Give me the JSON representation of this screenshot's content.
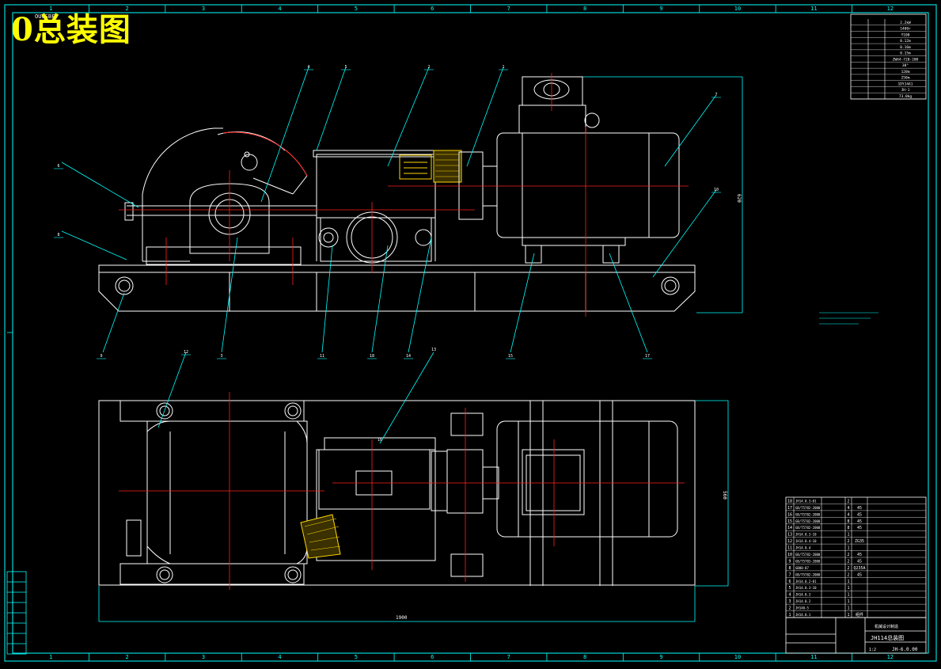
{
  "title": "0总装图",
  "drawing_id_tag": "OUCSBF",
  "colors": {
    "frame": "#00ffff",
    "lines": "#ffffff",
    "center": "#ff2020",
    "hatch": "#ffd700",
    "title_text": "#ffff00",
    "background": "#000000"
  },
  "grid": {
    "columns": [
      "1",
      "2",
      "3",
      "4",
      "5",
      "6",
      "7",
      "8",
      "9",
      "10",
      "11",
      "12"
    ],
    "rows": [
      "",
      "",
      "",
      "",
      ""
    ]
  },
  "title_block": {
    "drawing_name": "JH114总装图",
    "drawing_number": "JH-6.0.00",
    "scale": "1:2",
    "department": "机械设计制造"
  },
  "spec_table": {
    "rows": [
      {
        "value": "2.2kW"
      },
      {
        "value": "1400r"
      },
      {
        "value": "Y100"
      },
      {
        "value": "0.12m"
      },
      {
        "value": "0.16m"
      },
      {
        "value": "0.15m"
      },
      {
        "value": "ZWX4-720-200"
      },
      {
        "value": "30°"
      },
      {
        "value": "120m"
      },
      {
        "value": "250m"
      },
      {
        "value": "1DYJ4A1"
      },
      {
        "value": "JH-1"
      },
      {
        "value": "73.0kg"
      }
    ]
  },
  "parts_list": [
    {
      "no": "18",
      "code": "JH14.0.3-01",
      "qty": "2",
      "material": ""
    },
    {
      "no": "17",
      "code": "GB/T5782-2000",
      "qty": "4",
      "material": "45"
    },
    {
      "no": "16",
      "code": "GB/T5782-2000",
      "qty": "4",
      "material": "45"
    },
    {
      "no": "15",
      "code": "GB/T5782-2000",
      "qty": "8",
      "material": "45"
    },
    {
      "no": "14",
      "code": "GB/T5782-2000",
      "qty": "8",
      "material": "45"
    },
    {
      "no": "13",
      "code": "JH14.0.3-10",
      "qty": "1",
      "material": ""
    },
    {
      "no": "12",
      "code": "JH14.0.4-10",
      "qty": "2",
      "material": "ZG35"
    },
    {
      "no": "11",
      "code": "JH14.0.4",
      "qty": "1",
      "material": ""
    },
    {
      "no": "10",
      "code": "GB/T5782-2000",
      "qty": "2",
      "material": "45"
    },
    {
      "no": "9",
      "code": "GB/T5783-2000",
      "qty": "2",
      "material": "45"
    },
    {
      "no": "8",
      "code": "GB80-87",
      "qty": "2",
      "material": "Q235A"
    },
    {
      "no": "7",
      "code": "GB/T5782-2000",
      "qty": "2",
      "material": "45"
    },
    {
      "no": "6",
      "code": "JH14.0.2-01",
      "qty": "1",
      "material": ""
    },
    {
      "no": "5",
      "code": "JH14.0.3-10",
      "qty": "1",
      "material": ""
    },
    {
      "no": "4",
      "code": "JH14.0.3",
      "qty": "1",
      "material": ""
    },
    {
      "no": "3",
      "code": "JH14.0.2",
      "qty": "1",
      "material": ""
    },
    {
      "no": "2",
      "code": "JH148-5",
      "qty": "1",
      "material": ""
    },
    {
      "no": "1",
      "code": "JH14.0.1",
      "qty": "1",
      "material": "组件"
    }
  ],
  "dimension_labels": {
    "overall_length": "1900",
    "overall_height": "620",
    "plan_width": "560"
  },
  "balloons": {
    "front": [
      "6",
      "8",
      "4",
      "5",
      "2",
      "1",
      "7",
      "10",
      "9",
      "3",
      "11",
      "18",
      "14",
      "15",
      "17",
      "12"
    ],
    "plan": [
      "13",
      "16"
    ]
  }
}
